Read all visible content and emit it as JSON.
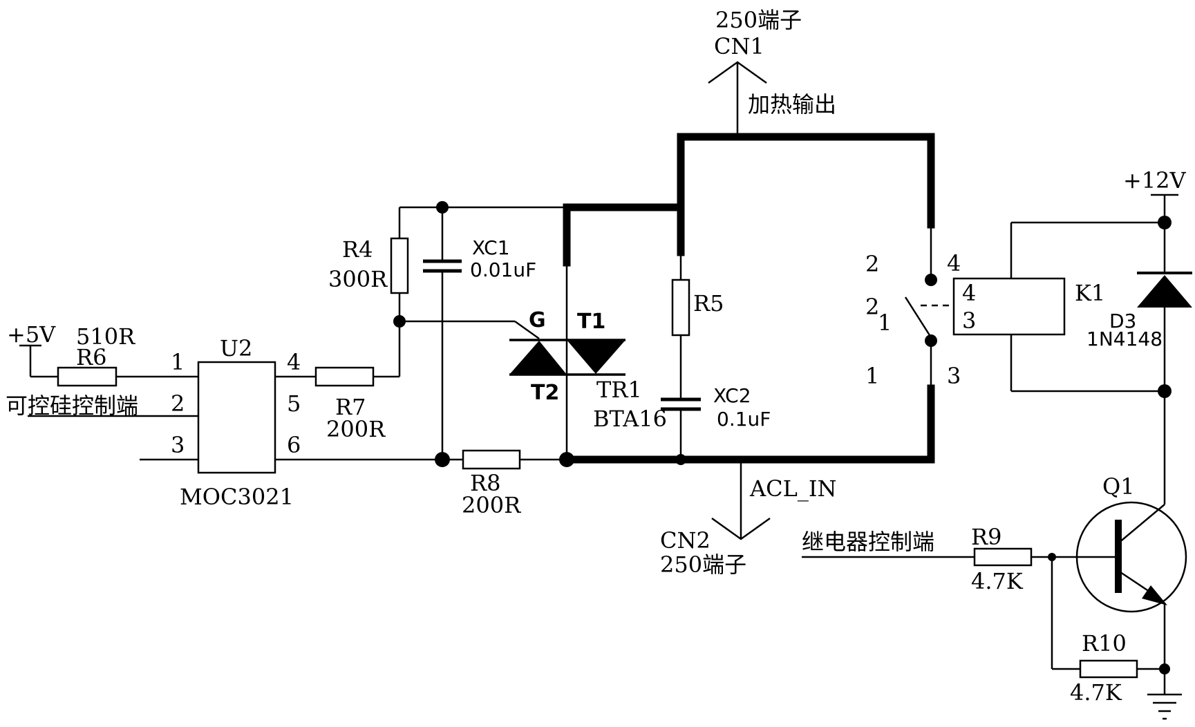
{
  "power": {
    "v5": "+5V",
    "v12": "+12V"
  },
  "connectors": {
    "cn1": {
      "name": "CN1",
      "type": "250端子",
      "desc": "加热输出"
    },
    "cn2": {
      "name": "CN2",
      "type": "250端子",
      "desc": "ACL_IN"
    }
  },
  "inputs": {
    "scr_control": "可控硅控制端",
    "relay_control": "继电器控制端"
  },
  "optocoupler": {
    "ref": "U2",
    "part": "MOC3021",
    "pins": {
      "p1": "1",
      "p2": "2",
      "p3": "3",
      "p4": "4",
      "p5": "5",
      "p6": "6"
    }
  },
  "resistors": {
    "r4": {
      "ref": "R4",
      "value": "300R"
    },
    "r5": {
      "ref": "R5",
      "value": ""
    },
    "r6": {
      "ref": "R6",
      "value": "510R"
    },
    "r7": {
      "ref": "R7",
      "value": "200R"
    },
    "r8": {
      "ref": "R8",
      "value": "200R"
    },
    "r9": {
      "ref": "R9",
      "value": "4.7K"
    },
    "r10": {
      "ref": "R10",
      "value": "4.7K"
    }
  },
  "capacitors": {
    "xc1": {
      "ref": "XC1",
      "value": "0.01uF"
    },
    "xc2": {
      "ref": "XC2",
      "value": "0.1uF"
    }
  },
  "triac": {
    "ref": "TR1",
    "part": "BTA16",
    "g": "G",
    "t1": "T1",
    "t2": "T2"
  },
  "relay": {
    "ref": "K1",
    "coil_pin_a": "4",
    "coil_pin_b": "3",
    "outer_pin_top": "4",
    "outer_pin_bottom": "3",
    "contact_label_top": "2",
    "contact_label_mid": "2",
    "contact_label_mid_sub": "1",
    "contact_label_bottom": "1"
  },
  "diode": {
    "ref": "D3",
    "part": "1N4148"
  },
  "transistor": {
    "ref": "Q1"
  }
}
